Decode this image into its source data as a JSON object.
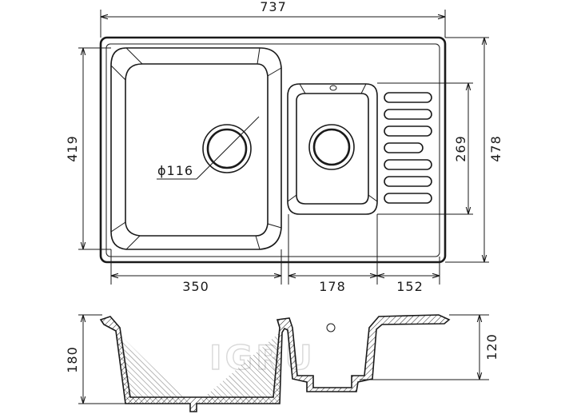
{
  "drawing": {
    "dimensions": {
      "overall_width": "737",
      "overall_depth": "478",
      "main_bowl_depth": "419",
      "small_bowl_depth": "269",
      "main_bowl_width": "350",
      "small_bowl_width": "178",
      "drainer_width": "152",
      "drain_diameter": "ϕ116",
      "section_main_height": "180",
      "section_small_height": "120"
    },
    "watermark": "IGRU"
  }
}
